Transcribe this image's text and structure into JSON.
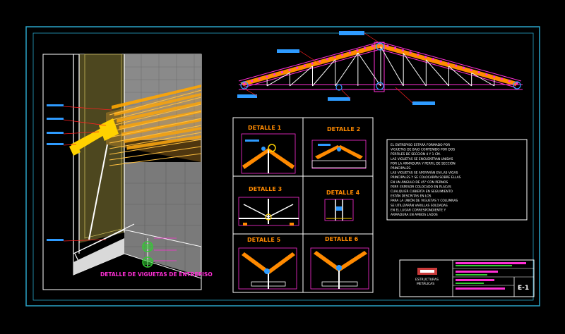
{
  "drawing": {
    "colors": {
      "background": "#000000",
      "border": "#2aa4c8",
      "magenta": "#ff2fd6",
      "orange": "#ff8a00",
      "yellow": "#ffd200",
      "label_blue": "#2e9bff",
      "white": "#ffffff",
      "green": "#33cc33"
    },
    "perspective": {
      "caption": "DETALLE DE VIGUETAS DE ENTREPISO"
    },
    "details": [
      {
        "label": "DETALLE 1"
      },
      {
        "label": "DETALLE 2"
      },
      {
        "label": "DETALLE 3"
      },
      {
        "label": "DETALLE 4"
      },
      {
        "label": "DETALLE 5"
      },
      {
        "label": "DETALLE 6"
      }
    ],
    "notes": [
      "EL ENTREPISO ESTARÁ FORMADO POR",
      "VIGUETAS DE BAJO CONTENIDO POR DOS",
      "PERFILES DE SECCIÓN 4 Y 1 CM.",
      "LAS VIGUETAS SE ENCUENTRAN UNIDAS",
      "POR LA ARMADURA Y PERFIL DE SECCIÓN",
      "PRINCIPALES.",
      "LAS VIGUETAS SE APOYARÁN EN LAS VIGAS",
      "PRINCIPALES Y SE COLOCARÁN SOBRE ELLAS",
      "EN UN ÁNGULO DE 45° CON PERNOS",
      "PERF. ESPESOR COLOCADO EN PLACAS",
      "CUALQUIER CUBIERTA EN SEGUIMIENTO",
      "ESTÁN DESCRITAS EN LOS",
      "PARA LA UNIÓN DE VIGUETAS Y COLUMNAS",
      "SE UTILIZARÁN VARILLAS SOLDADAS",
      "EN EL LUGAR CORRESPONDIENTE Y",
      "ARMADURA EN AMBOS LADOS"
    ],
    "title_block": {
      "company_top": "ESTRUCTURAS",
      "company_bottom": "METÁLICAS",
      "sheet_code": "E-1"
    }
  }
}
